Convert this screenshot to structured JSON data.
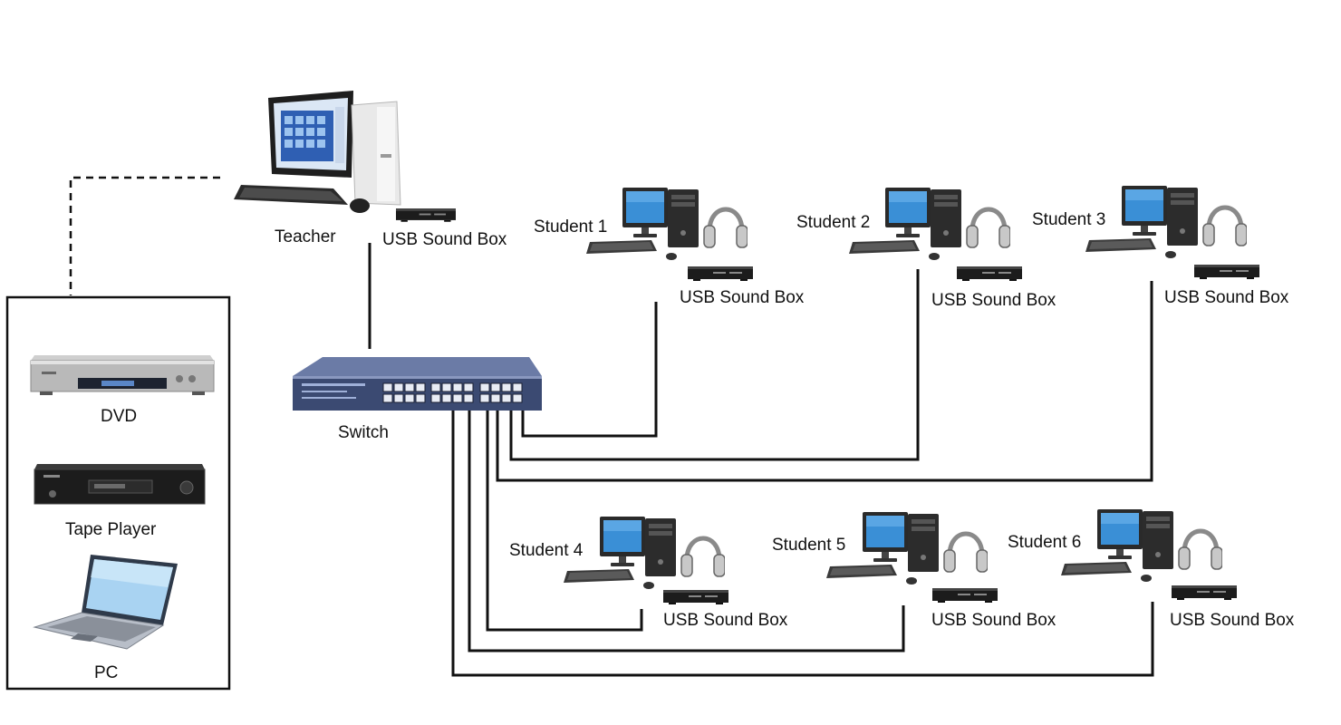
{
  "nodes": {
    "teacher": {
      "label": "Teacher",
      "sound_box": "USB Sound Box"
    },
    "switch": {
      "label": "Switch"
    },
    "students": [
      {
        "label": "Student 1",
        "sound_box": "USB Sound Box"
      },
      {
        "label": "Student 2",
        "sound_box": "USB Sound Box"
      },
      {
        "label": "Student 3",
        "sound_box": "USB Sound Box"
      },
      {
        "label": "Student 4",
        "sound_box": "USB Sound Box"
      },
      {
        "label": "Student 5",
        "sound_box": "USB Sound Box"
      },
      {
        "label": "Student 6",
        "sound_box": "USB Sound Box"
      }
    ],
    "media_sources": [
      {
        "label": "DVD"
      },
      {
        "label": "Tape Player"
      },
      {
        "label": "PC"
      }
    ]
  },
  "connections": [
    {
      "from": "Teacher",
      "to": "Switch",
      "style": "solid"
    },
    {
      "from": "Switch",
      "to": "Student 1",
      "style": "solid"
    },
    {
      "from": "Switch",
      "to": "Student 2",
      "style": "solid"
    },
    {
      "from": "Switch",
      "to": "Student 3",
      "style": "solid"
    },
    {
      "from": "Switch",
      "to": "Student 4",
      "style": "solid"
    },
    {
      "from": "Switch",
      "to": "Student 5",
      "style": "solid"
    },
    {
      "from": "Switch",
      "to": "Student 6",
      "style": "solid"
    },
    {
      "from": "Teacher",
      "to": "media sources",
      "style": "dashed"
    }
  ],
  "colors": {
    "line": "#111111",
    "switch_body": "#3b4a72",
    "monitor_screen": "#3a8fd6",
    "tower": "#2c2c2c",
    "sound_box": "#1c1c1c",
    "laptop_screen": "#a9d3f2"
  },
  "icons": [
    "teacher-computer-icon",
    "student-computer-icon",
    "headphones-icon",
    "sound-box-icon",
    "network-switch-icon",
    "dvd-player-icon",
    "tape-player-icon",
    "laptop-icon"
  ]
}
